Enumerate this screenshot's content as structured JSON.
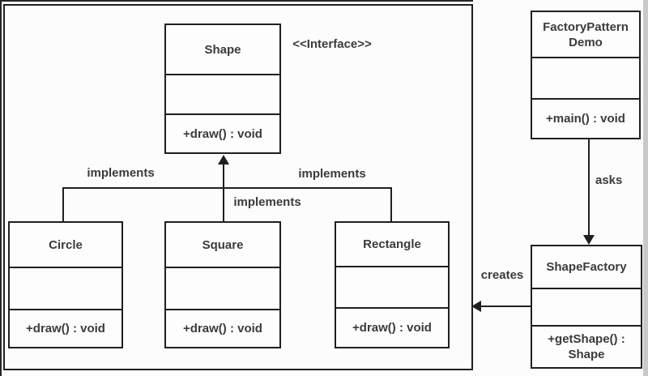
{
  "colors": {
    "line": "#1f1f1f",
    "text": "#3b3b3b",
    "background": "#fcfcfc",
    "edge_strip": "#c9c9c9"
  },
  "stereotype": "<<Interface>>",
  "classes": {
    "shape": {
      "name": "Shape",
      "method": "+draw() : void"
    },
    "circle": {
      "name": "Circle",
      "method": "+draw() : void"
    },
    "square": {
      "name": "Square",
      "method": "+draw() : void"
    },
    "rectangle": {
      "name": "Rectangle",
      "method": "+draw() : void"
    },
    "factory_pattern_demo": {
      "name": "FactoryPattern Demo",
      "method": "+main() : void"
    },
    "shape_factory": {
      "name": "ShapeFactory",
      "method": "+getShape() : Shape"
    }
  },
  "relationships": {
    "implements_left": "implements",
    "implements_middle": "implements",
    "implements_right": "implements",
    "asks": "asks",
    "creates": "creates"
  }
}
